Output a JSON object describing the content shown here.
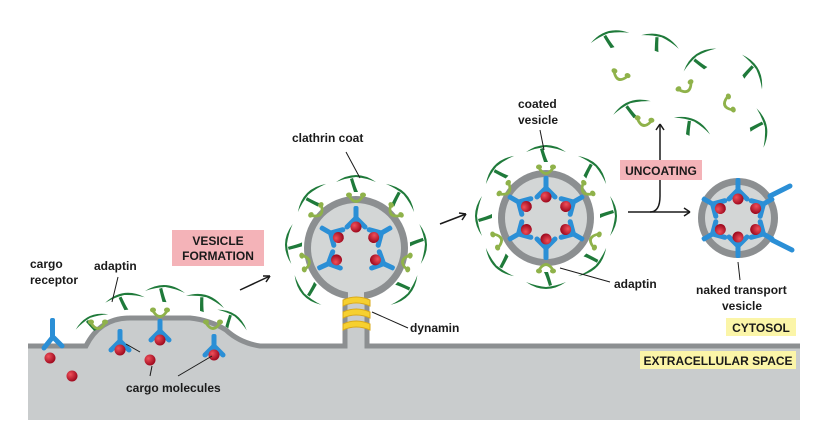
{
  "labels": {
    "cargo_receptor_line1": "cargo",
    "cargo_receptor_line2": "receptor",
    "adaptin_left": "adaptin",
    "cargo_molecules": "cargo molecules",
    "vesicle_formation_line1": "VESICLE",
    "vesicle_formation_line2": "FORMATION",
    "clathrin_coat": "clathrin coat",
    "dynamin": "dynamin",
    "coated_vesicle_line1": "coated",
    "coated_vesicle_line2": "vesicle",
    "adaptin_right": "adaptin",
    "uncoating": "UNCOATING",
    "naked_line1": "naked transport",
    "naked_line2": "vesicle",
    "cytosol": "CYTOSOL",
    "extracellular": "EXTRACELLULAR SPACE"
  },
  "colors": {
    "membrane": "#8c8f91",
    "extracellular_fill": "#c9cccd",
    "vesicle_lumen": "#d3d6d6",
    "clathrin": "#1f7a3a",
    "adaptin": "#8fb24a",
    "receptor": "#2b8fd6",
    "cargo": "#c8102e",
    "dynamin": "#f6d02f",
    "label_pink": "#f4b3b8",
    "label_yellow": "#fbf5a8"
  }
}
